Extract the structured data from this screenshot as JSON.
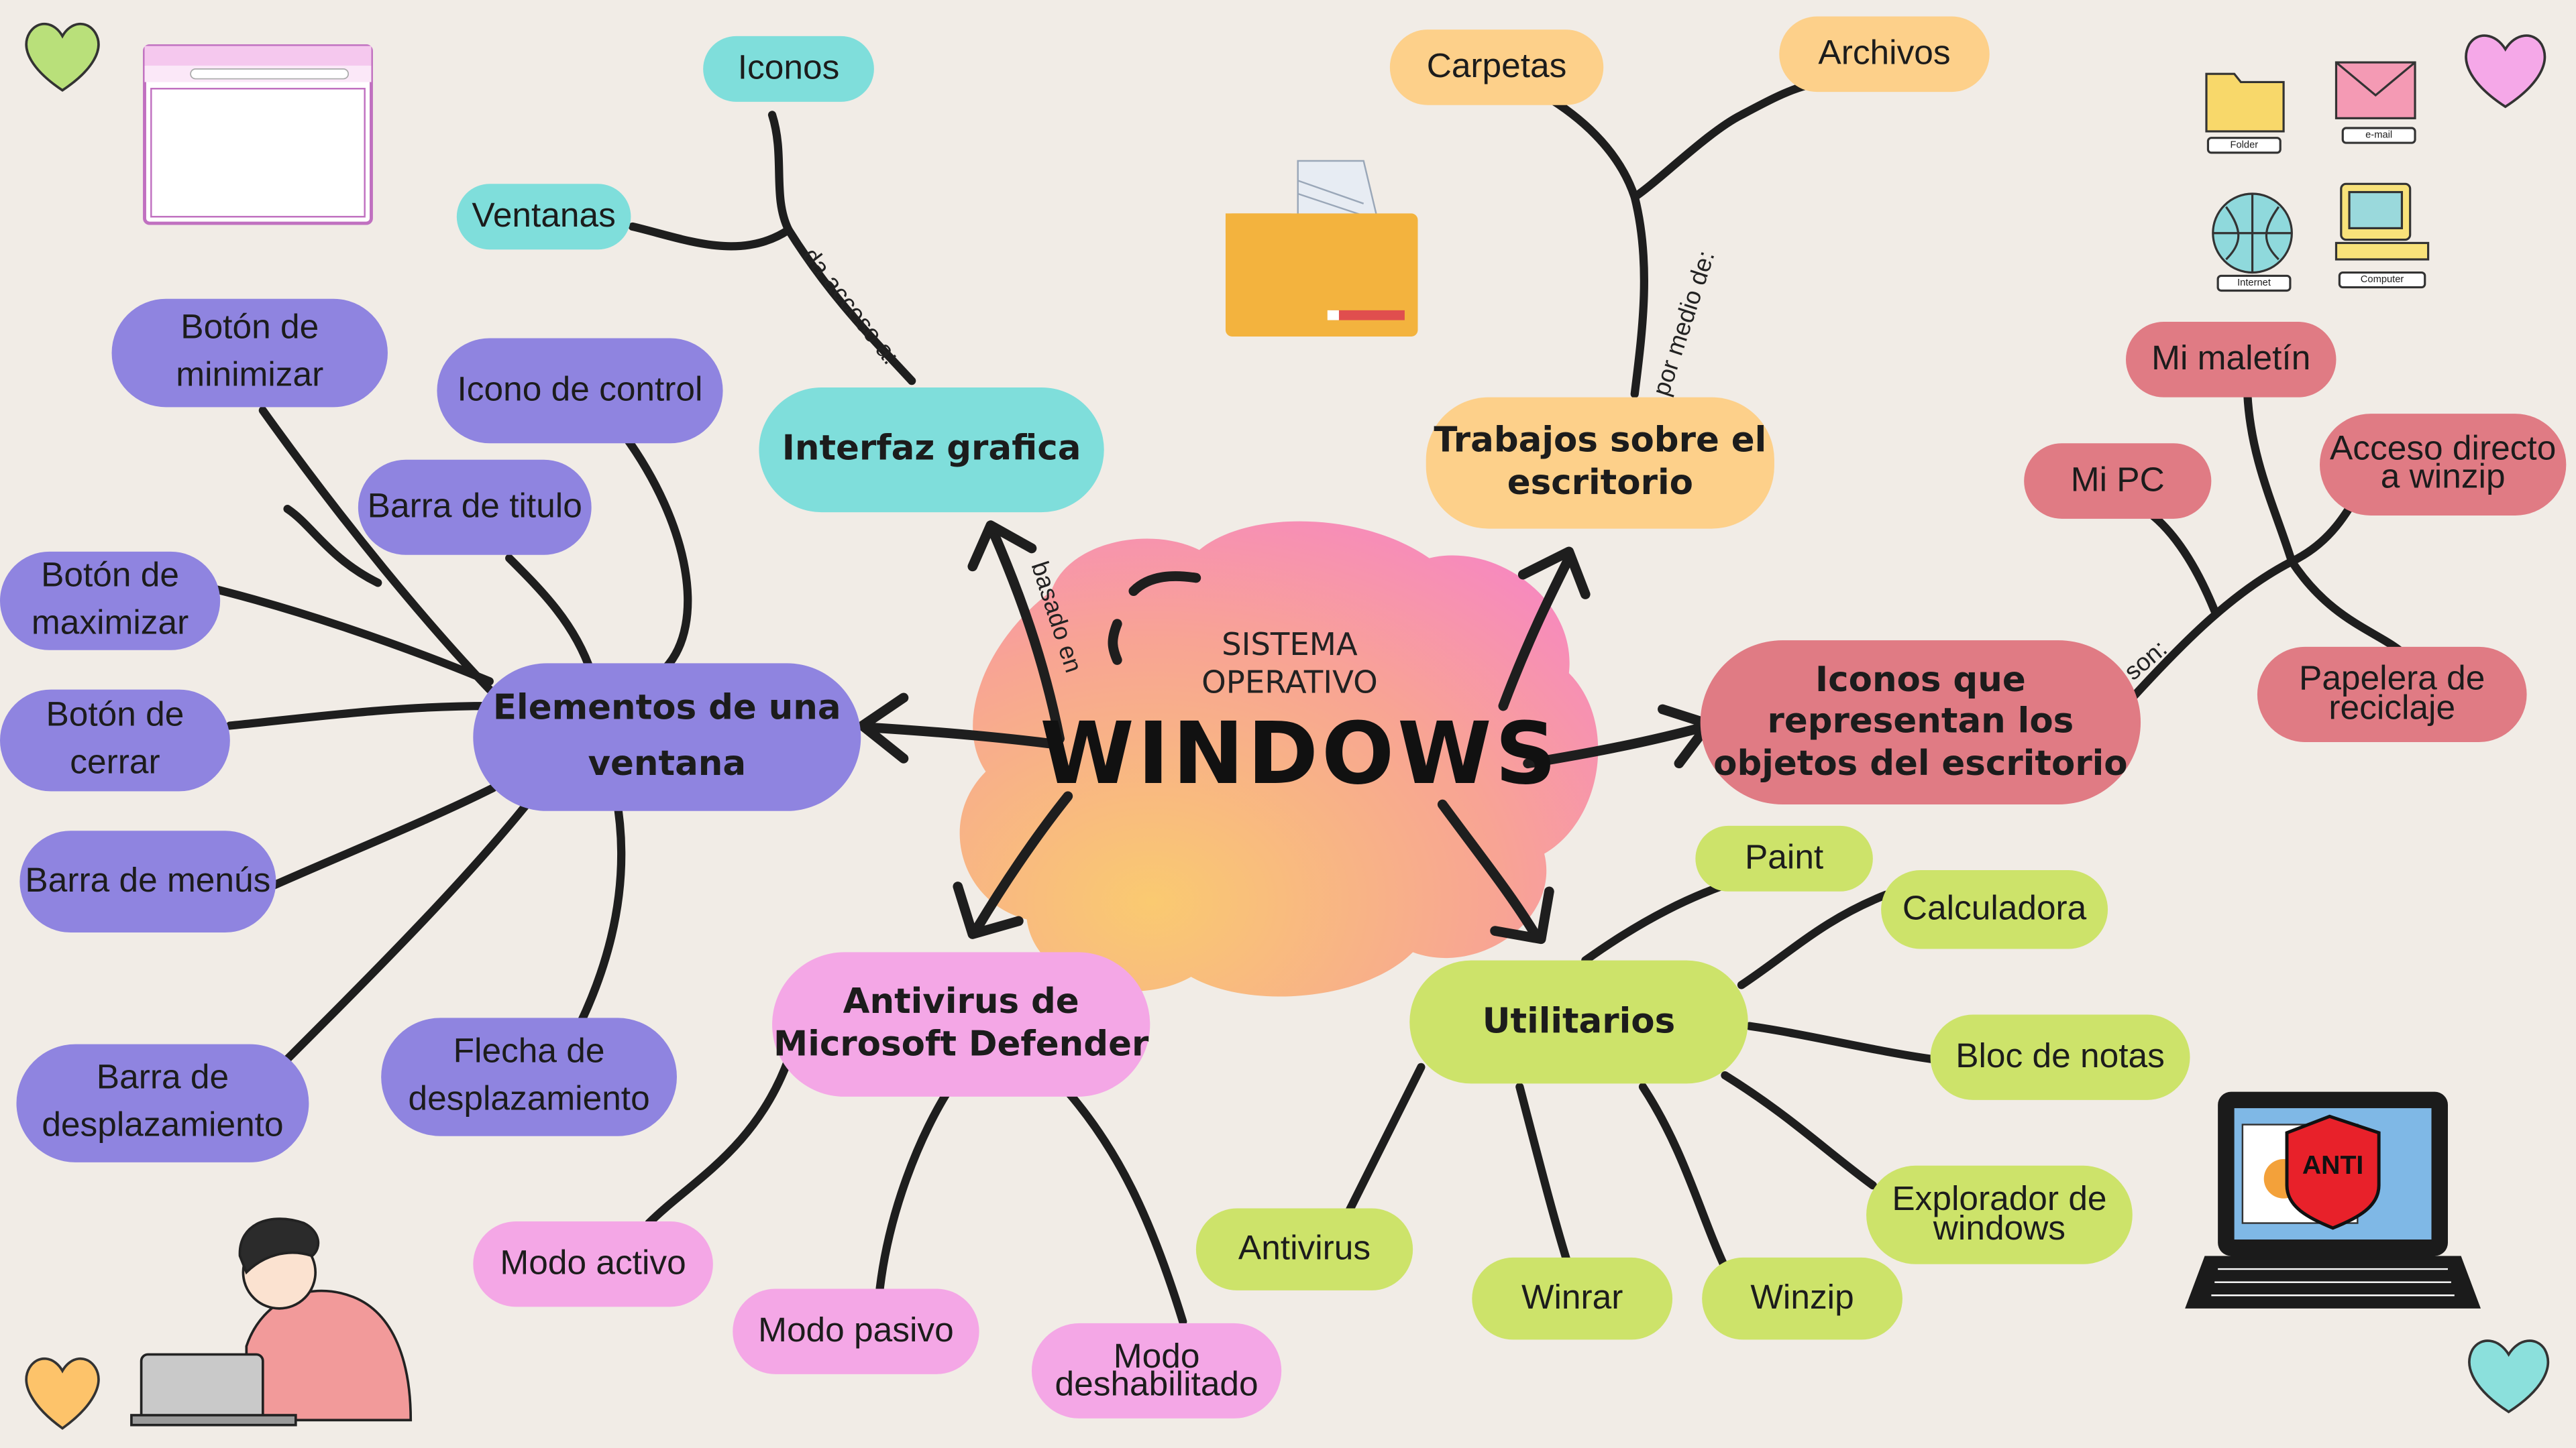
{
  "center": {
    "line1": "SISTEMA",
    "line2": "OPERATIVO",
    "title": "WINDOWS"
  },
  "connectors": {
    "interfaz": "da acceso a:",
    "trabajos": "por medio de:",
    "iconos": "son:",
    "center": "basado en"
  },
  "branches": {
    "interfaz": {
      "label": "Interfaz grafica",
      "children": [
        "Iconos",
        "Ventanas"
      ]
    },
    "trabajos": {
      "label": "Trabajos sobre el escritorio",
      "children": [
        "Carpetas",
        "Archivos"
      ]
    },
    "elementos": {
      "label": "Elementos de una ventana",
      "children": [
        "Botón de minimizar",
        "Icono de control",
        "Barra de titulo",
        "Botón de maximizar",
        "Botón de cerrar",
        "Barra de menús",
        "Barra de desplazamiento",
        "Flecha de desplazamiento"
      ]
    },
    "iconos": {
      "label": "Iconos que representan los objetos del escritorio",
      "children": [
        "Mi maletín",
        "Mi PC",
        "Acceso directo a winzip",
        "Papelera de reciclaje"
      ]
    },
    "antivirus": {
      "label": "Antivirus de Microsoft Defender",
      "children": [
        "Modo activo",
        "Modo pasivo",
        "Modo deshabilitado"
      ]
    },
    "utilitarios": {
      "label": "Utilitarios",
      "children": [
        "Paint",
        "Calculadora",
        "Bloc de notas",
        "Explorador de windows",
        "Winzip",
        "Winrar",
        "Antivirus"
      ]
    }
  },
  "icons": {
    "folder": "Folder",
    "email": "e-mail",
    "internet": "Internet",
    "computer": "Computer",
    "anti": "ANTI"
  },
  "colors": {
    "background": "#f1ece6",
    "cyan": "#7fdedb",
    "orange": "#fdd08a",
    "purple": "#8f84e0",
    "red": "#e07b84",
    "pink": "#f4a7e6",
    "green": "#cde36a"
  }
}
